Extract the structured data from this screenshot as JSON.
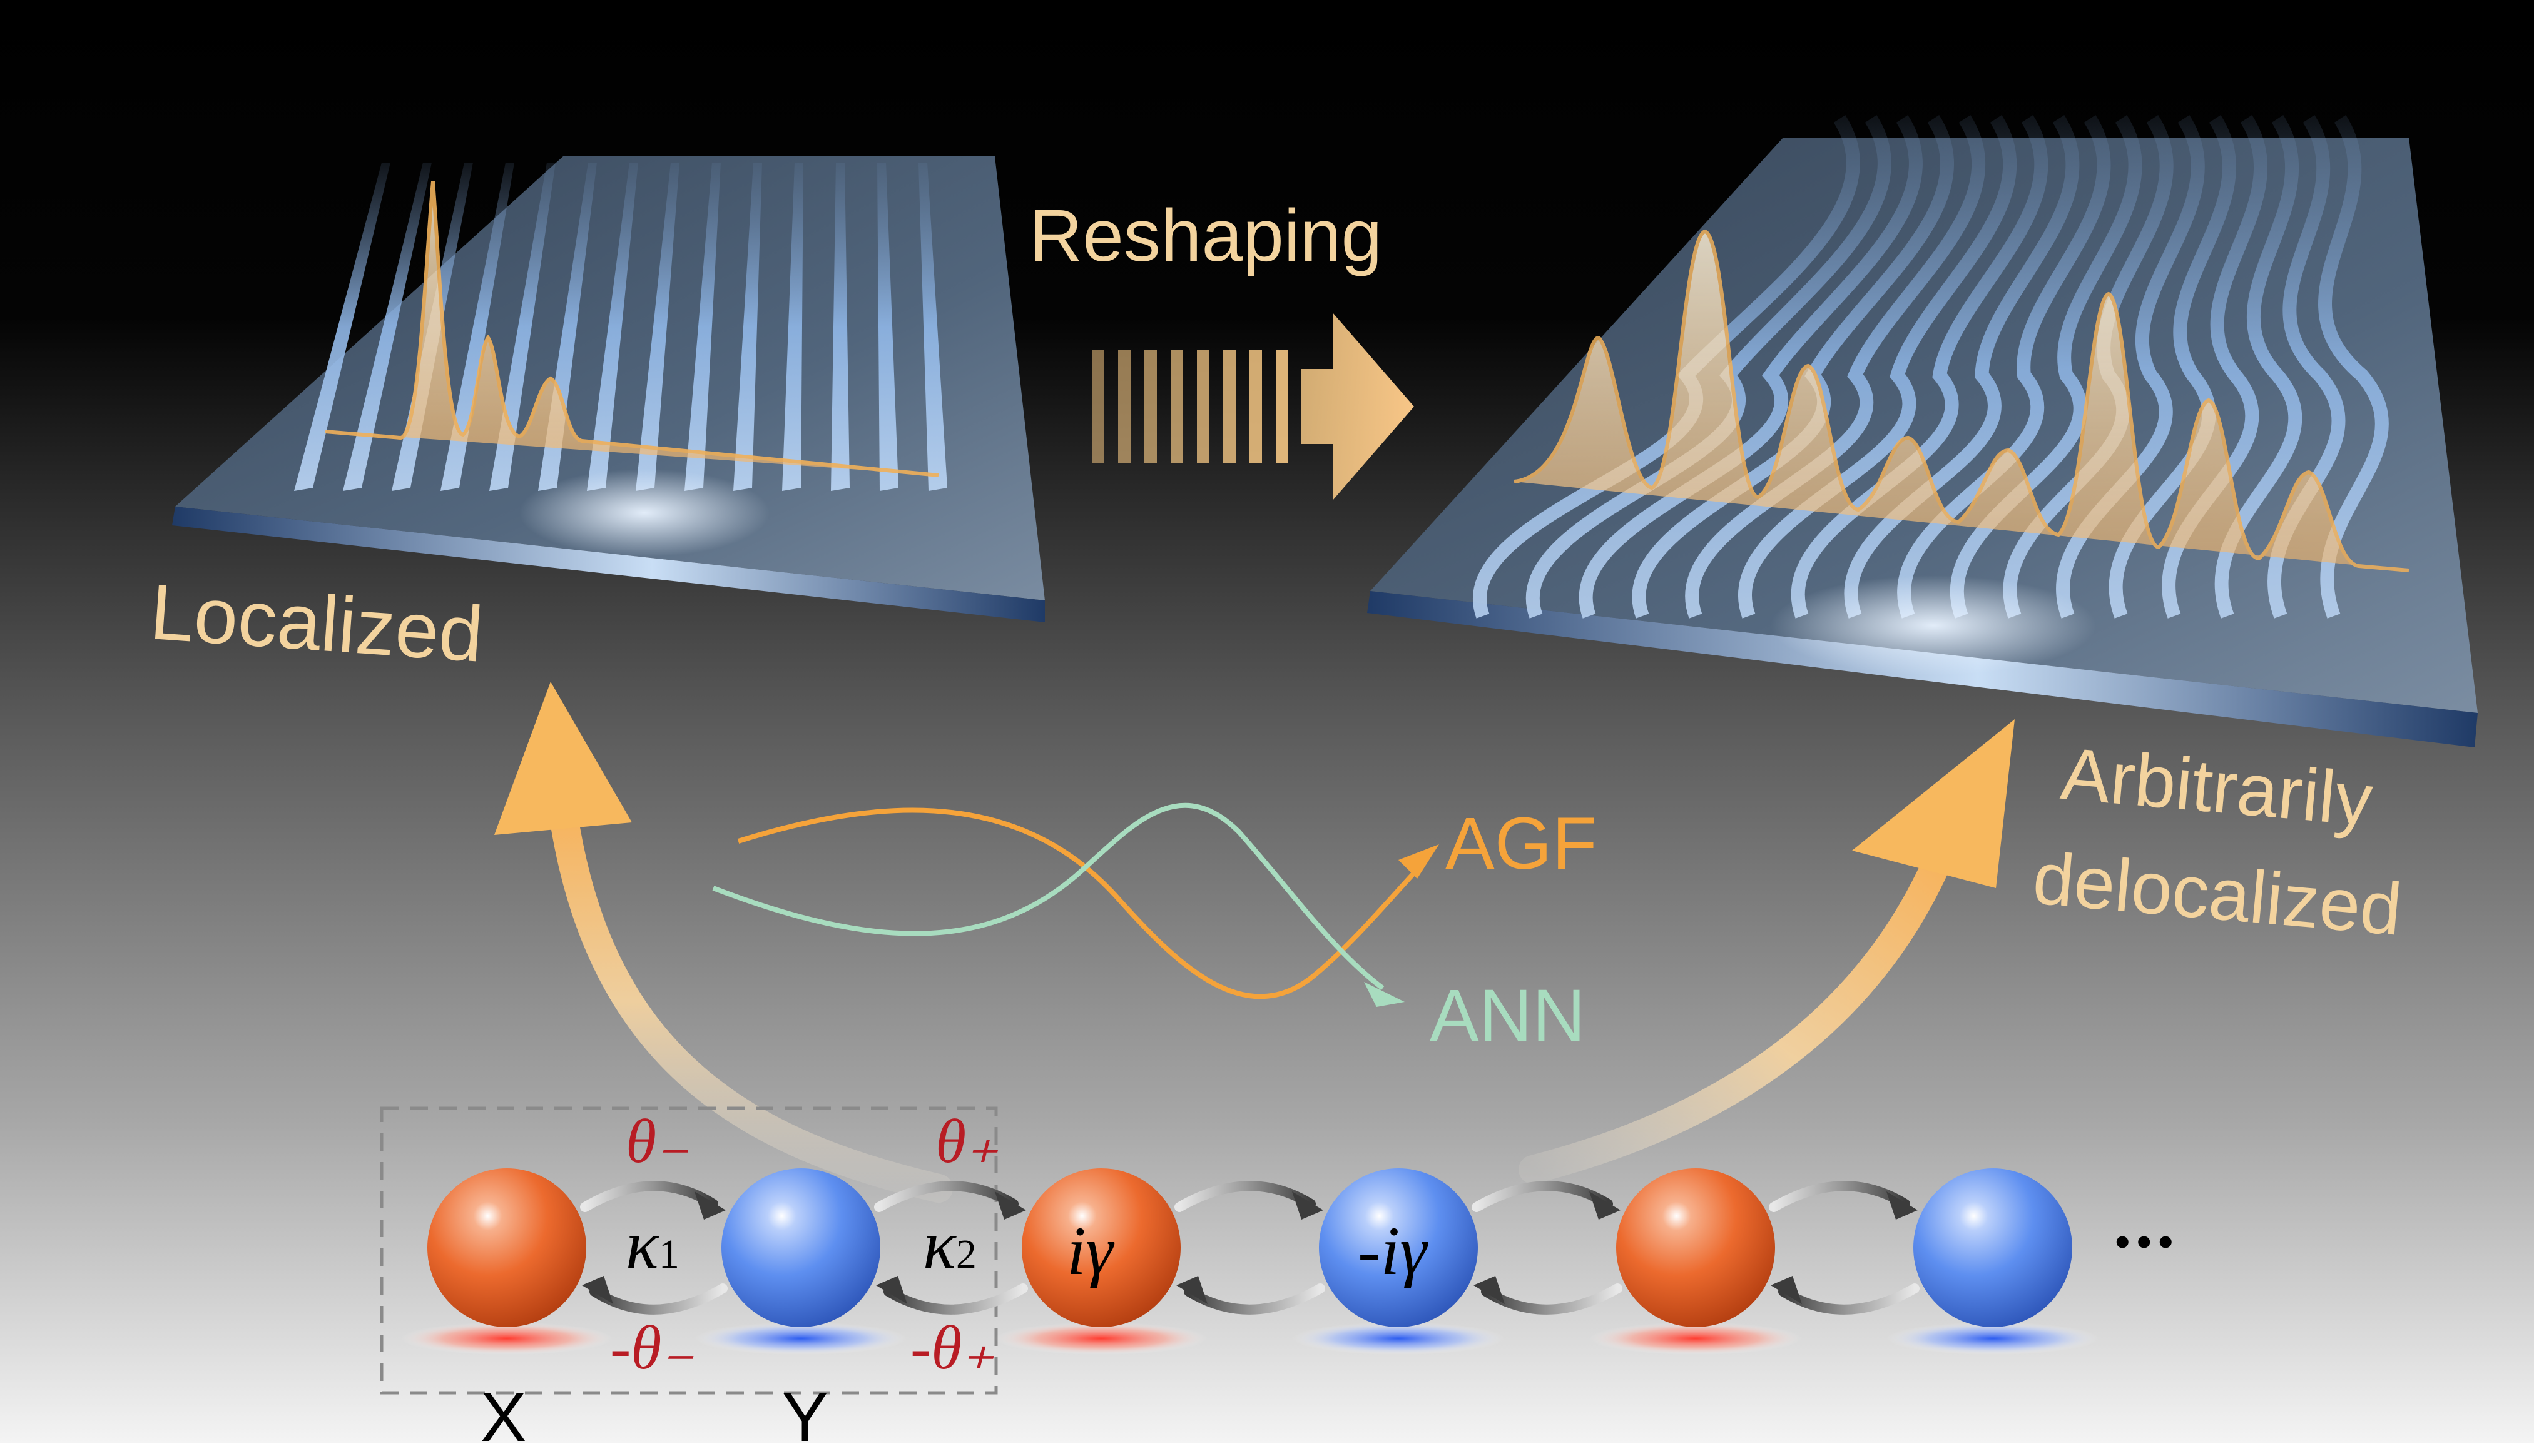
{
  "figure": {
    "background_top": "#000000",
    "background_bottom": "#f2f2f2",
    "accent_color": "#f3d39e",
    "agf_color": "#f5a33a",
    "ann_color": "#7fd4a6",
    "red_site_color": "#e8622a",
    "blue_site_color": "#5b8ef0",
    "coupling_color": "#b81c24"
  },
  "labels": {
    "reshaping": "Reshaping",
    "localized": "Localized",
    "arbitrarily": "Arbitrarily",
    "delocalized": "delocalized",
    "agf": "AGF",
    "ann": "ANN",
    "site_x": "X",
    "site_y": "Y",
    "ellipsis": "•••"
  },
  "lattice": {
    "theta_minus": "θ₋",
    "theta_plus": "θ₊",
    "neg_theta_minus": "-θ₋",
    "neg_theta_plus": "-θ₊",
    "kappa1_sym": "κ",
    "kappa1_sub": "1",
    "kappa2_sym": "κ",
    "kappa2_sub": "2",
    "gain": "iγ",
    "loss": "-iγ"
  },
  "icons": {
    "waveguide_localized": "waveguide-array-localized-icon",
    "waveguide_delocalized": "waveguide-array-delocalized-icon",
    "reshaping_arrow": "dashed-right-arrow-icon"
  }
}
